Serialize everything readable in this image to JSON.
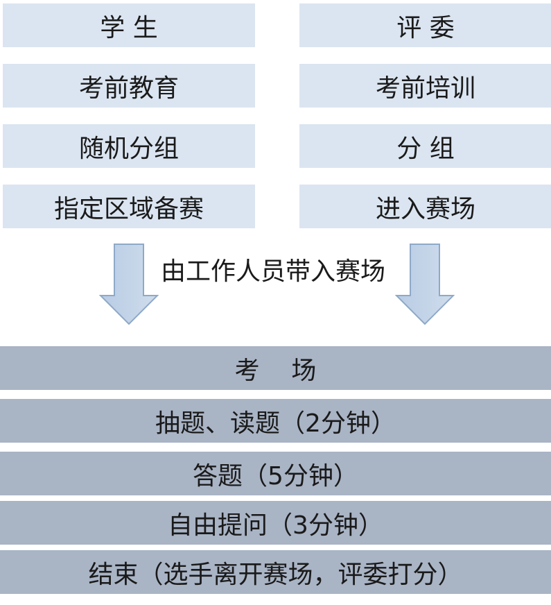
{
  "students": {
    "header": "学 生",
    "steps": [
      "考前教育",
      "随机分组",
      "指定区域备赛"
    ]
  },
  "judges": {
    "header": "评 委",
    "steps": [
      "考前培训",
      "分 组",
      "进入赛场"
    ]
  },
  "transition": "由工作人员带入赛场",
  "exam": {
    "header": "考    场",
    "steps": [
      "抽题、读题（2分钟）",
      "答题（5分钟）",
      "自由提问（3分钟）",
      "结束（选手离开赛场，评委打分）"
    ]
  }
}
